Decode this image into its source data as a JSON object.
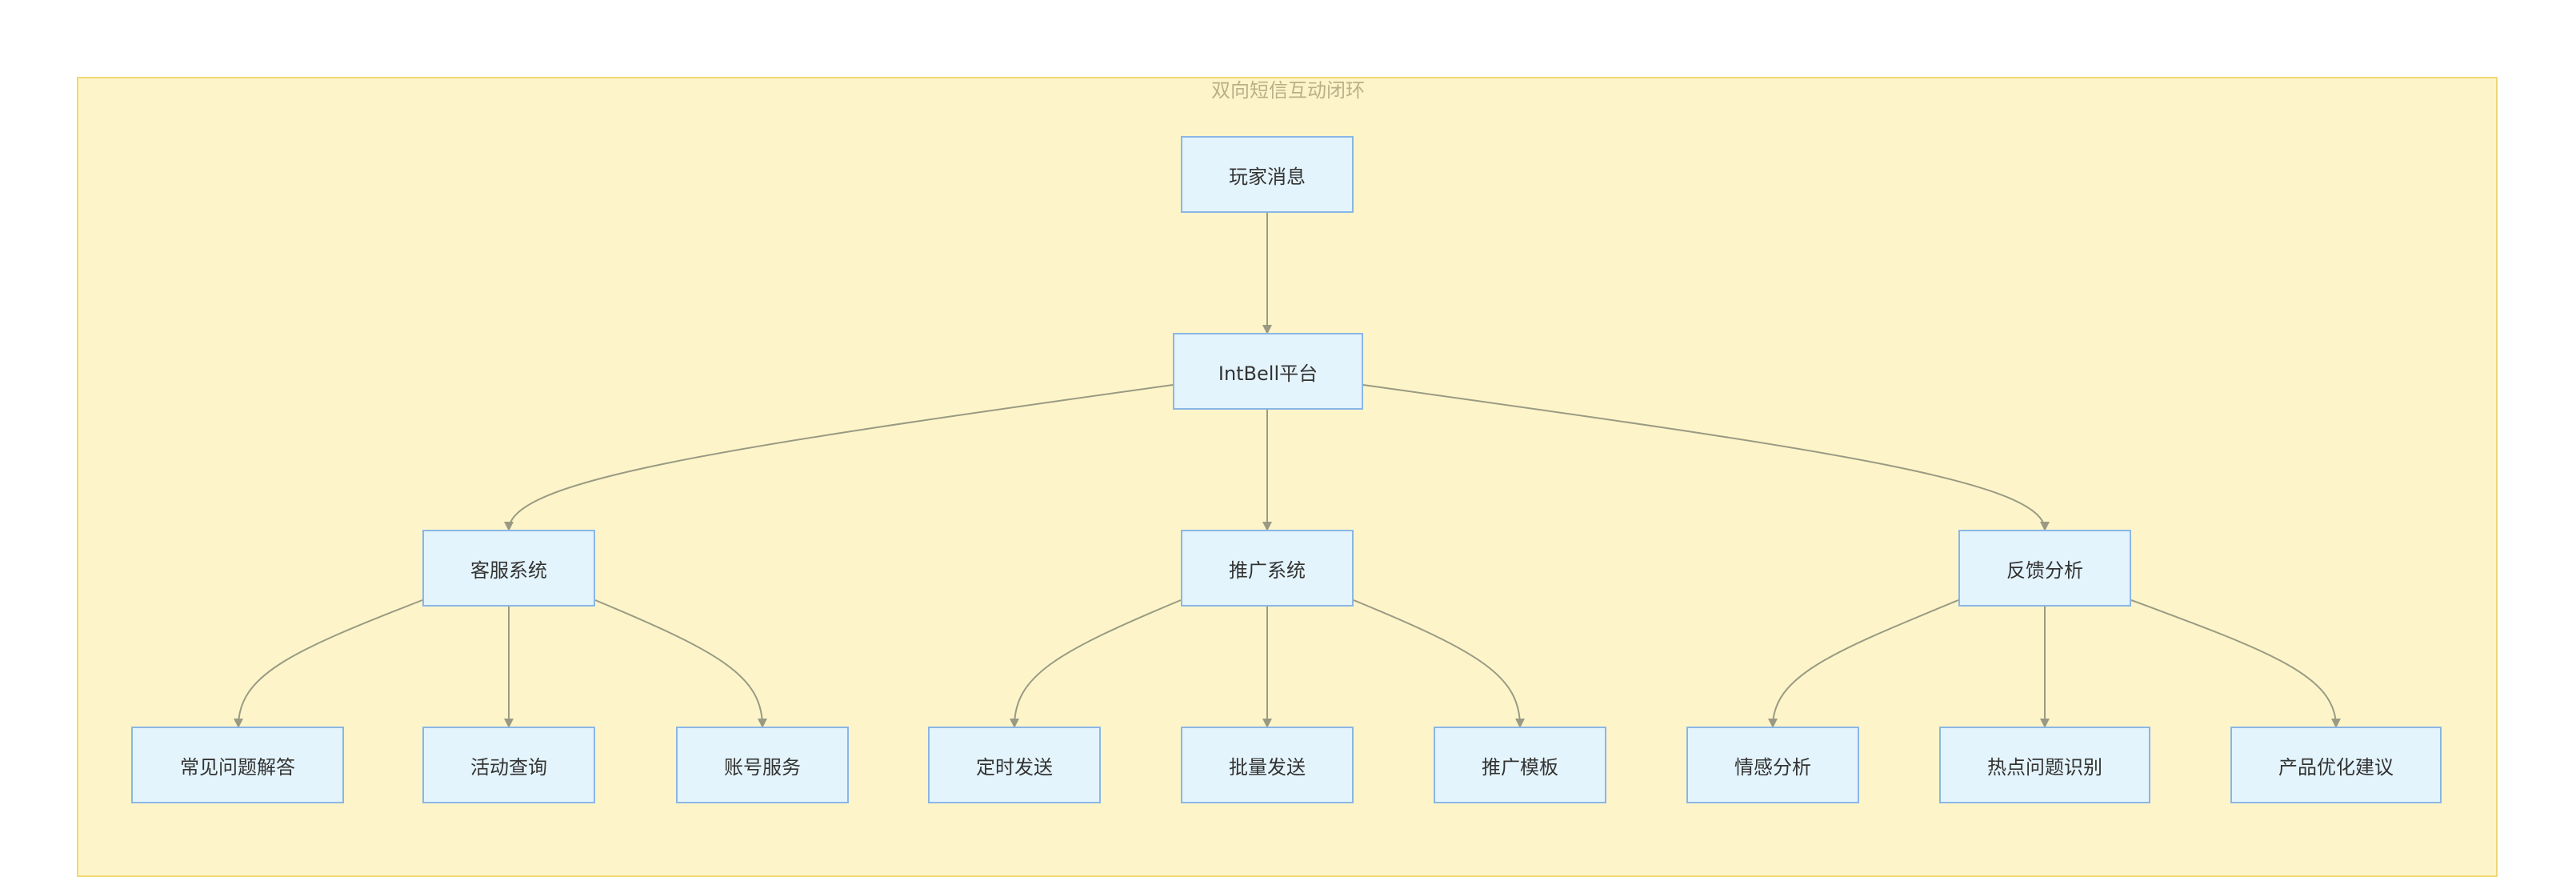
{
  "diagram": {
    "cluster_title": "双向短信互动闭环",
    "nodes": {
      "player_msg": "玩家消息",
      "platform": "IntBell平台",
      "cs_system": "客服系统",
      "promo_system": "推广系统",
      "feedback": "反馈分析",
      "faq": "常见问题解答",
      "activity": "活动查询",
      "account": "账号服务",
      "scheduled": "定时发送",
      "bulk": "批量发送",
      "promo_template": "推广模板",
      "sentiment": "情感分析",
      "hot_issues": "热点问题识别",
      "product_opt": "产品优化建议"
    },
    "edges": [
      [
        "player_msg",
        "platform"
      ],
      [
        "platform",
        "cs_system"
      ],
      [
        "platform",
        "promo_system"
      ],
      [
        "platform",
        "feedback"
      ],
      [
        "cs_system",
        "faq"
      ],
      [
        "cs_system",
        "activity"
      ],
      [
        "cs_system",
        "account"
      ],
      [
        "promo_system",
        "scheduled"
      ],
      [
        "promo_system",
        "bulk"
      ],
      [
        "promo_system",
        "promo_template"
      ],
      [
        "feedback",
        "sentiment"
      ],
      [
        "feedback",
        "hot_issues"
      ],
      [
        "feedback",
        "product_opt"
      ]
    ],
    "colors": {
      "cluster_fill": "#fdf5c9",
      "cluster_border": "#f0d873",
      "node_fill": "#e4f4fc",
      "node_border": "#8ab6e6",
      "edge": "#9a9a84"
    }
  }
}
